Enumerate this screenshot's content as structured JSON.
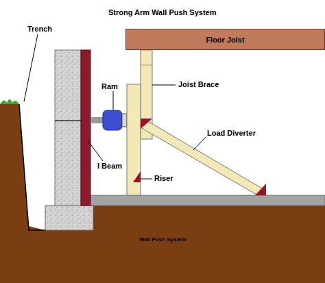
{
  "diagram": {
    "title": "Strong Arm Wall Push System",
    "nodes": [
      {
        "text": [
          "Floor Joist"
        ]
      }
    ],
    "labels": [
      "Trench",
      "Ram",
      "Joist Brace",
      "Load Diverter",
      "I Beam",
      "Riser",
      "Wall Push System"
    ]
  }
}
